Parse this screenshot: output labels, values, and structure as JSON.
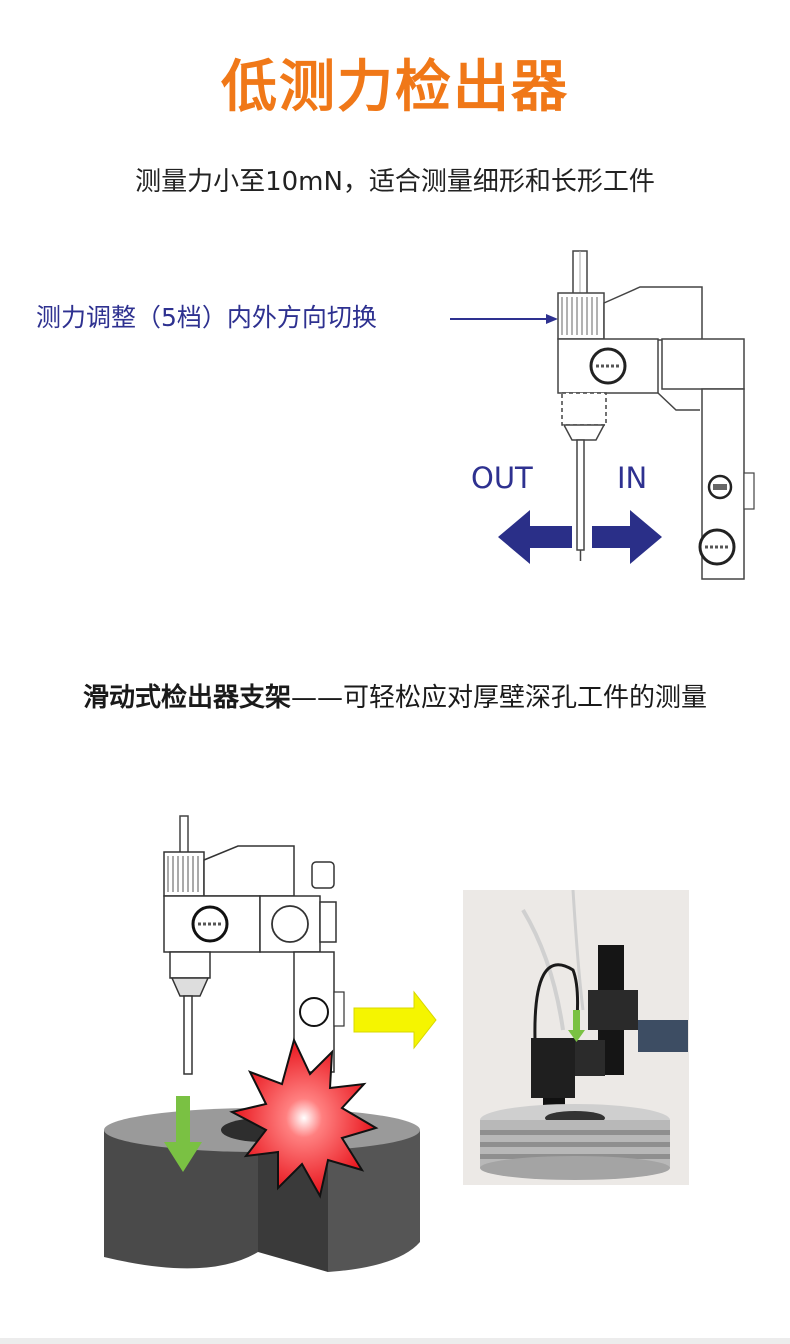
{
  "header": {
    "title": "低测力检出器",
    "subtitle": "测量力小至10mN，适合测量细形和长形工件"
  },
  "diagram1": {
    "callout_text": "测力调整（5档）内外方向切换",
    "out_label": "OUT",
    "in_label": "IN"
  },
  "section2": {
    "bold_text": "滑动式检出器支架",
    "rest_text": "——可轻松应对厚壁深孔工件的测量"
  },
  "colors": {
    "title": "#f07818",
    "callout": "#2e3190",
    "arrow": "#2a2f88",
    "yellow_arrow": "#f5f500",
    "green_arrow": "#7ac143",
    "burst": "#e8141c"
  }
}
